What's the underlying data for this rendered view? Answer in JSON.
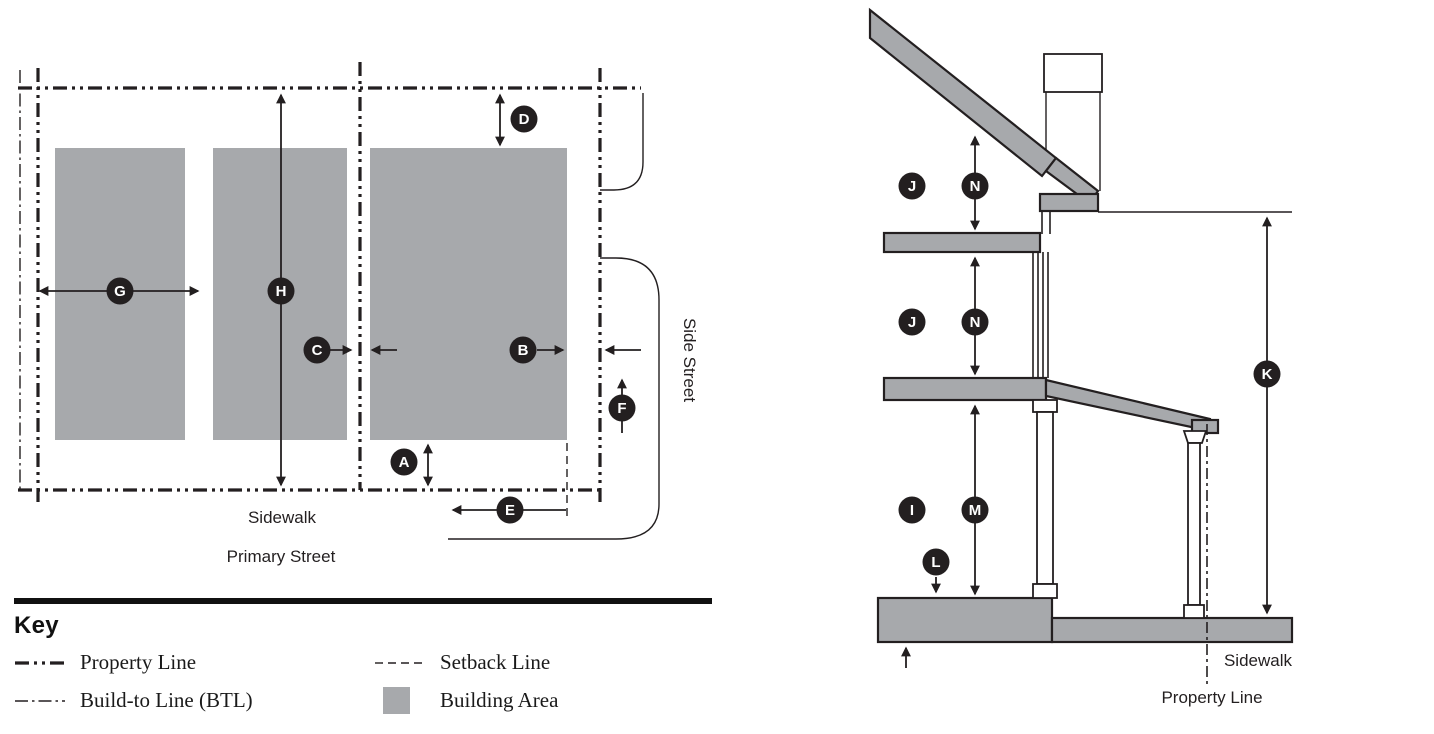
{
  "markers": {
    "A": "A",
    "B": "B",
    "C": "C",
    "D": "D",
    "E": "E",
    "F": "F",
    "G": "G",
    "H": "H",
    "I": "I",
    "J": "J",
    "K": "K",
    "L": "L",
    "M": "M",
    "N": "N"
  },
  "plan": {
    "sidewalk": "Sidewalk",
    "primary_street": "Primary Street",
    "side_street": "Side Street"
  },
  "section": {
    "sidewalk": "Sidewalk",
    "property_line": "Property Line"
  },
  "key": {
    "title": "Key",
    "items": [
      {
        "label": "Property Line",
        "line_style": "property-line"
      },
      {
        "label": "Setback Line",
        "line_style": "setback-line"
      },
      {
        "label": "Build-to Line (BTL)",
        "line_style": "build-to-line"
      },
      {
        "label": "Building Area",
        "line_style": "building-area"
      }
    ]
  },
  "colors": {
    "ink": "#231f20",
    "building_area_gray": "#a7a9ac"
  }
}
